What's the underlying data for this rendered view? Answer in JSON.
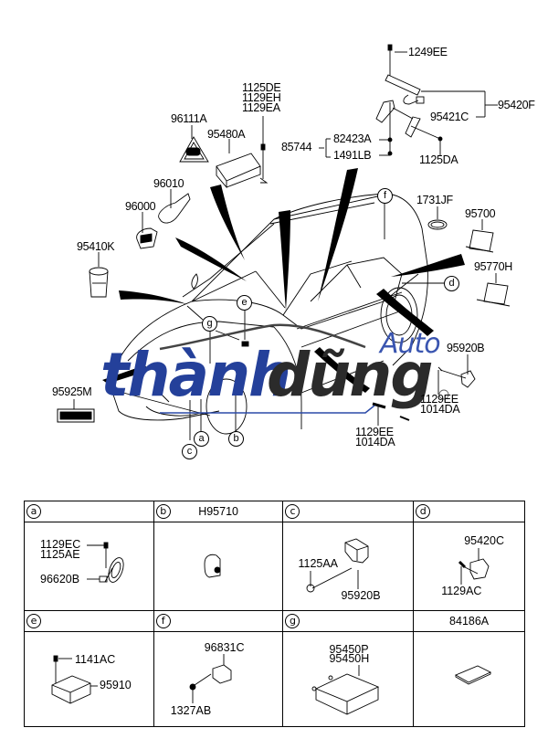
{
  "diagram": {
    "type": "automotive parts exploded diagram",
    "main_labels": {
      "p1249EE": "1249EE",
      "p95420F": "95420F",
      "p95421C": "95421C",
      "p1125DA": "1125DA",
      "p85744": "85744",
      "p82423A": "82423A",
      "p1491LB": "1491LB",
      "stack_top": [
        "1125DE",
        "1129EH",
        "1129EA"
      ],
      "p96111A": "96111A",
      "p95480A": "95480A",
      "p96010": "96010",
      "p96000": "96000",
      "p95410K": "95410K",
      "p1731JF": "1731JF",
      "p95700": "95700",
      "p95770H": "95770H",
      "p95920B": "95920B",
      "p95925M": "95925M",
      "stack_right": [
        "1129EE",
        "1014DA"
      ],
      "stack_bottom": [
        "1129EE",
        "1014DA"
      ]
    },
    "callouts": {
      "a": "a",
      "b": "b",
      "c": "c",
      "d": "d",
      "e": "e",
      "f": "f",
      "g": "g"
    },
    "watermark": {
      "word1": "thành",
      "word2": "dũng",
      "word3": "Auto",
      "color_blue": "#24409a",
      "color_dark": "#2b2b2b"
    },
    "detail_table": {
      "cells": [
        {
          "callout": "a",
          "title": "",
          "labels": [
            "1129EC",
            "1125AE",
            "96620B"
          ]
        },
        {
          "callout": "b",
          "title": "H95710",
          "labels": []
        },
        {
          "callout": "c",
          "title": "",
          "labels": [
            "1125AA",
            "95920B"
          ]
        },
        {
          "callout": "d",
          "title": "",
          "labels": [
            "95420C",
            "1129AC"
          ]
        },
        {
          "callout": "e",
          "title": "",
          "labels": [
            "1141AC",
            "95910"
          ]
        },
        {
          "callout": "f",
          "title": "",
          "labels": [
            "96831C",
            "1327AB"
          ]
        },
        {
          "callout": "g",
          "title": "",
          "labels": [
            "95450P",
            "95450H"
          ]
        },
        {
          "callout": "",
          "title": "84186A",
          "labels": []
        }
      ]
    }
  }
}
